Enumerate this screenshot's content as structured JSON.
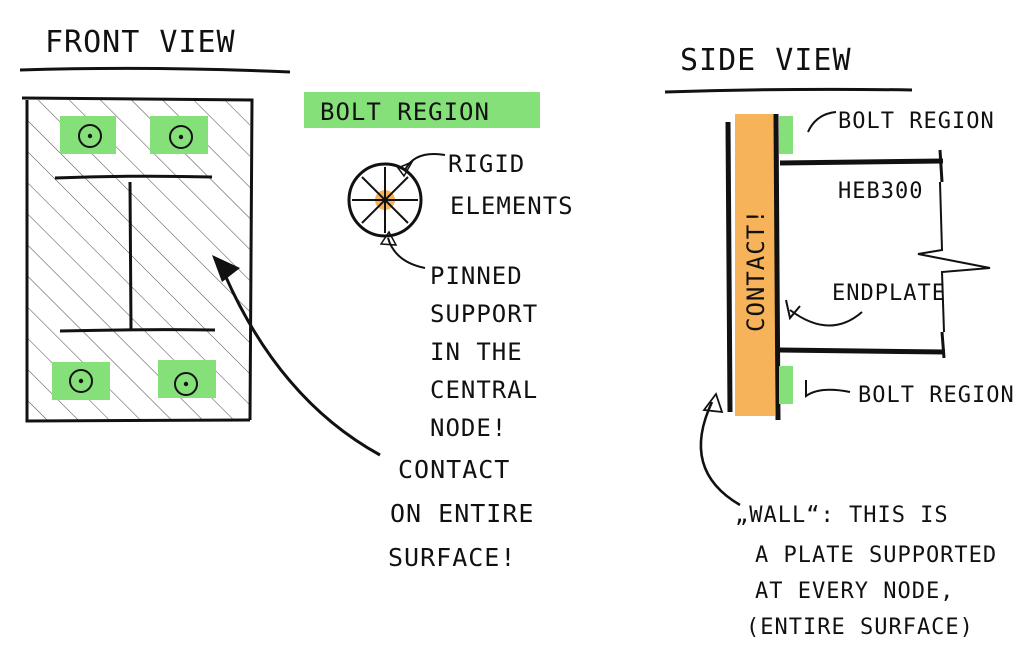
{
  "colors": {
    "ink": "#111111",
    "bolt_green": "#86e07a",
    "contact_orange": "#f6b35a",
    "hatch": "#555555"
  },
  "front_view": {
    "title": "FRONT VIEW",
    "contact_note": [
      "CONTACT",
      "ON ENTIRE",
      "SURFACE!"
    ]
  },
  "legend": {
    "bolt_region_label": "BOLT REGION",
    "rigid_label": [
      "RIGID",
      "ELEMENTS"
    ],
    "pinned_label": [
      "PINNED",
      "SUPPORT",
      "IN THE",
      "CENTRAL",
      "NODE!"
    ]
  },
  "side_view": {
    "title": "SIDE VIEW",
    "bolt_region_top": "BOLT REGION",
    "bolt_region_bottom": "BOLT REGION",
    "profile_label": "HEB300",
    "endplate_label": "ENDPLATE",
    "contact_label": "CONTACT!",
    "wall_note": [
      "„WALL“: THIS IS",
      "A PLATE SUPPORTED",
      "AT EVERY NODE,",
      "(ENTIRE SURFACE)"
    ]
  }
}
